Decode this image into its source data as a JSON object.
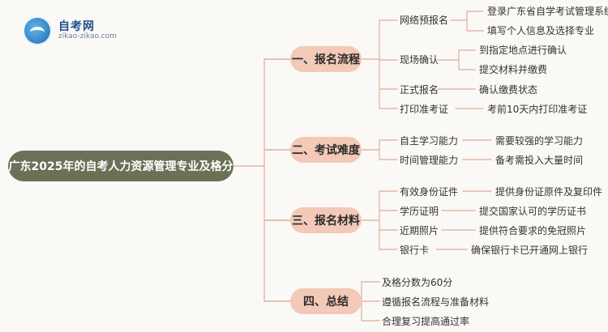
{
  "logo": {
    "title": "自考网",
    "url": "zikao-zikao.com",
    "icon": "graduation-cap-icon"
  },
  "root": "广东2025年的自考人力资源管理专业及格分",
  "colors": {
    "root_bg": "#6a7157",
    "category_bg": "#f3c9b8",
    "line": "#e3b9a6"
  },
  "sections": [
    {
      "title": "一、报名流程",
      "items": [
        {
          "label": "网络预报名",
          "details": [
            "登录广东省自学考试管理系统",
            "填写个人信息及选择专业"
          ]
        },
        {
          "label": "现场确认",
          "details": [
            "到指定地点进行确认",
            "提交材料并缴费"
          ]
        },
        {
          "label": "正式报名",
          "details": [
            "确认缴费状态"
          ]
        },
        {
          "label": "打印准考证",
          "details": [
            "考前10天内打印准考证"
          ]
        }
      ]
    },
    {
      "title": "二、考试难度",
      "items": [
        {
          "label": "自主学习能力",
          "details": [
            "需要较强的学习能力"
          ]
        },
        {
          "label": "时间管理能力",
          "details": [
            "备考需投入大量时间"
          ]
        }
      ]
    },
    {
      "title": "三、报名材料",
      "items": [
        {
          "label": "有效身份证件",
          "details": [
            "提供身份证原件及复印件"
          ]
        },
        {
          "label": "学历证明",
          "details": [
            "提交国家认可的学历证书"
          ]
        },
        {
          "label": "近期照片",
          "details": [
            "提供符合要求的免冠照片"
          ]
        },
        {
          "label": "银行卡",
          "details": [
            "确保银行卡已开通网上银行"
          ]
        }
      ]
    },
    {
      "title": "四、总结",
      "items": [
        {
          "label": "及格分数为60分",
          "details": []
        },
        {
          "label": "遵循报名流程与准备材料",
          "details": []
        },
        {
          "label": "合理复习提高通过率",
          "details": []
        }
      ]
    }
  ]
}
